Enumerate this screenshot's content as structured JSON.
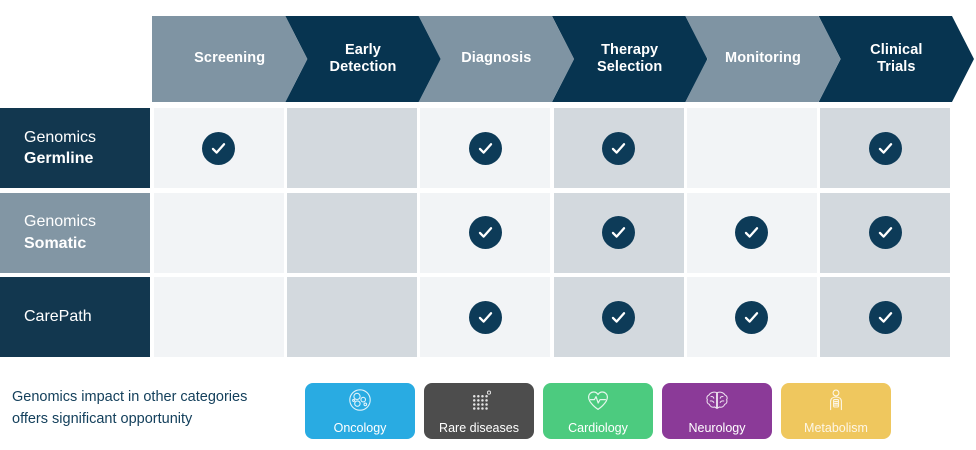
{
  "header": {
    "stages": [
      {
        "label": "Screening",
        "tone": "gray"
      },
      {
        "label": "Early\nDetection",
        "tone": "navy"
      },
      {
        "label": "Diagnosis",
        "tone": "gray"
      },
      {
        "label": "Therapy\nSelection",
        "tone": "navy"
      },
      {
        "label": "Monitoring",
        "tone": "gray"
      },
      {
        "label": "Clinical\nTrials",
        "tone": "navy"
      }
    ],
    "colors": {
      "gray": "#7f94a3",
      "navy": "#073450",
      "text": "#ffffff"
    }
  },
  "matrix": {
    "rows": [
      {
        "line1": "Genomics",
        "line2": "Germline",
        "tone": "navy",
        "checks": [
          true,
          false,
          true,
          true,
          false,
          true
        ]
      },
      {
        "line1": "Genomics",
        "line2": "Somatic",
        "tone": "gray",
        "checks": [
          false,
          false,
          true,
          true,
          true,
          true
        ]
      },
      {
        "line1": "CarePath",
        "line2": "",
        "tone": "navy",
        "checks": [
          false,
          false,
          true,
          true,
          true,
          true
        ]
      }
    ],
    "column_labels": [
      "Screening",
      "Early Detection",
      "Diagnosis",
      "Therapy Selection",
      "Monitoring",
      "Clinical Trials"
    ],
    "check_icon": "check-circle-icon",
    "colors": {
      "row_navy": "#12374f",
      "row_gray": "#8296a4",
      "cell_light": "#f2f4f6",
      "cell_dark": "#d3d9de",
      "check_badge": "#0d3b58",
      "check_mark": "#ffffff"
    }
  },
  "footer": {
    "caption_line1": "Genomics impact in other categories",
    "caption_line2": "offers significant opportunity",
    "caption_color": "#14405c",
    "categories": [
      {
        "label": "Oncology",
        "color": "#29ABE2",
        "icon": "cells-icon"
      },
      {
        "label": "Rare diseases",
        "color": "#4D4D4D",
        "icon": "dot-grid-icon"
      },
      {
        "label": "Cardiology",
        "color": "#4CCB7F",
        "icon": "heart-pulse-icon"
      },
      {
        "label": "Neurology",
        "color": "#8B3A98",
        "icon": "brain-icon"
      },
      {
        "label": "Metabolism",
        "color": "#EFC75E",
        "icon": "body-torso-icon"
      }
    ]
  }
}
